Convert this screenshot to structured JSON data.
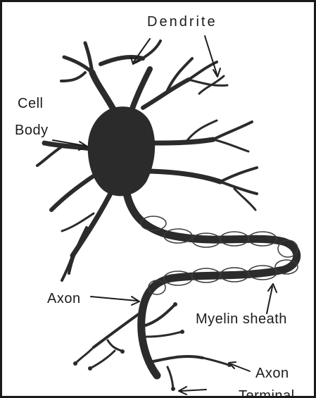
{
  "labels": {
    "dendrite": "Dendrite",
    "cell_line1": "Cell",
    "cell_line2": "Body",
    "axon": "Axon",
    "myelin": "Myelin sheath",
    "terminal_line1": "Axon",
    "terminal_line2": "Terminal"
  },
  "colors": {
    "ink": "#2b2b2b",
    "background": "#ffffff",
    "sheath_outline": "#3a3a3a"
  }
}
